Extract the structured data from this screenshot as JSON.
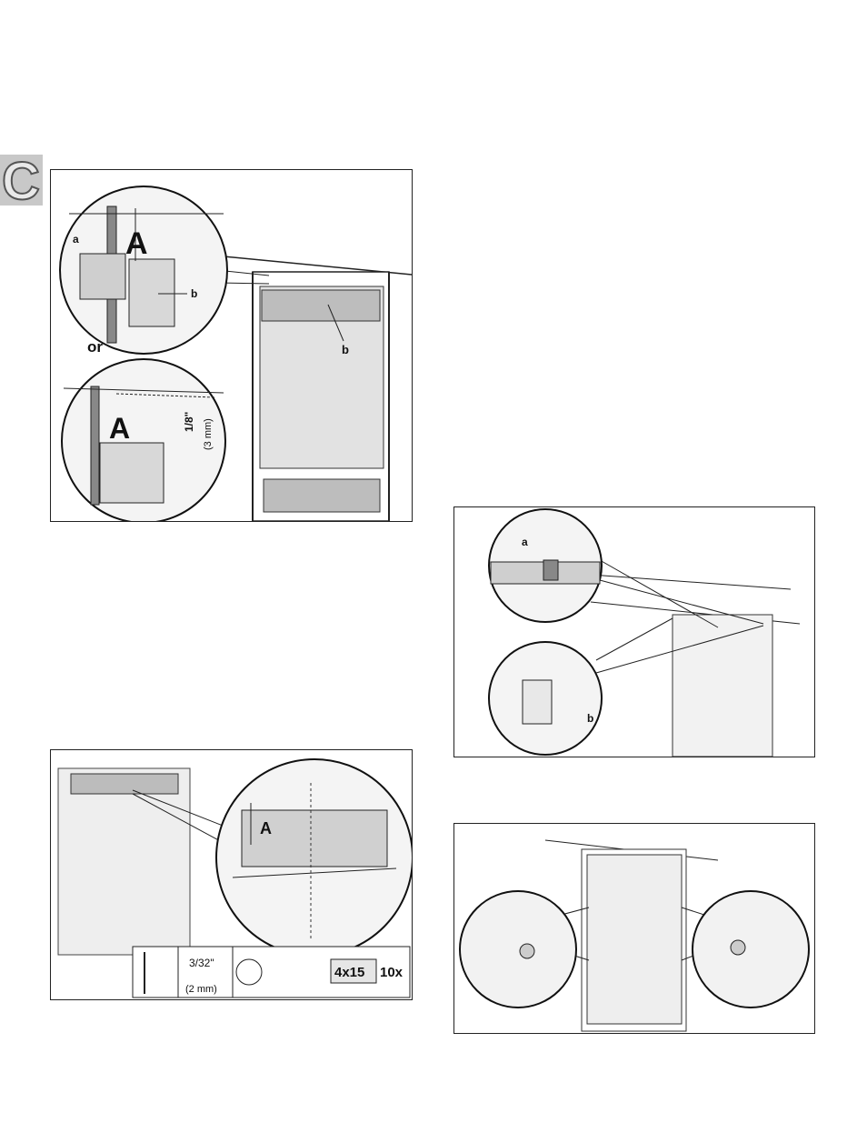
{
  "section_tab": {
    "letter": "C"
  },
  "fig1": {
    "callout_a": "a",
    "callout_b": "b",
    "callout_b2": "b",
    "dimension_label_top": "A",
    "dimension_label_bottom": "A",
    "separator": "or",
    "gap_inch": "1/8\"",
    "gap_mm": "(3 mm)"
  },
  "fig2": {
    "dimension_label": "A",
    "drill_size": "3/32\"",
    "drill_mm": "(2 mm)",
    "screw_size": "4x15",
    "screw_qty": "10x"
  },
  "fig3": {
    "callout_a": "a",
    "callout_b": "b"
  },
  "fig4": {}
}
